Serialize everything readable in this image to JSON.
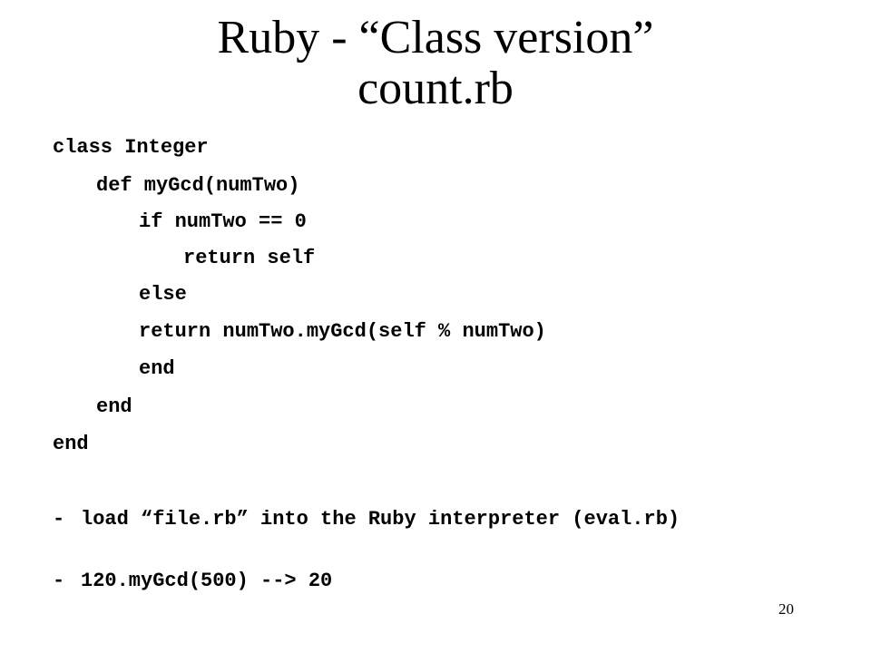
{
  "slide": {
    "title_line1": "Ruby - “Class version”",
    "title_line2": "count.rb",
    "code": [
      "class Integer",
      "def myGcd(numTwo)",
      "if numTwo == 0",
      "return self",
      "else",
      "return numTwo.myGcd(self % numTwo)",
      "end",
      "end",
      "end"
    ],
    "bullets": [
      {
        "dash": "-",
        "text": "load “file.rb” into the Ruby interpreter (eval.rb)"
      },
      {
        "dash": "-",
        "text": "120.myGcd(500) --> 20"
      }
    ],
    "page_number": "20"
  }
}
